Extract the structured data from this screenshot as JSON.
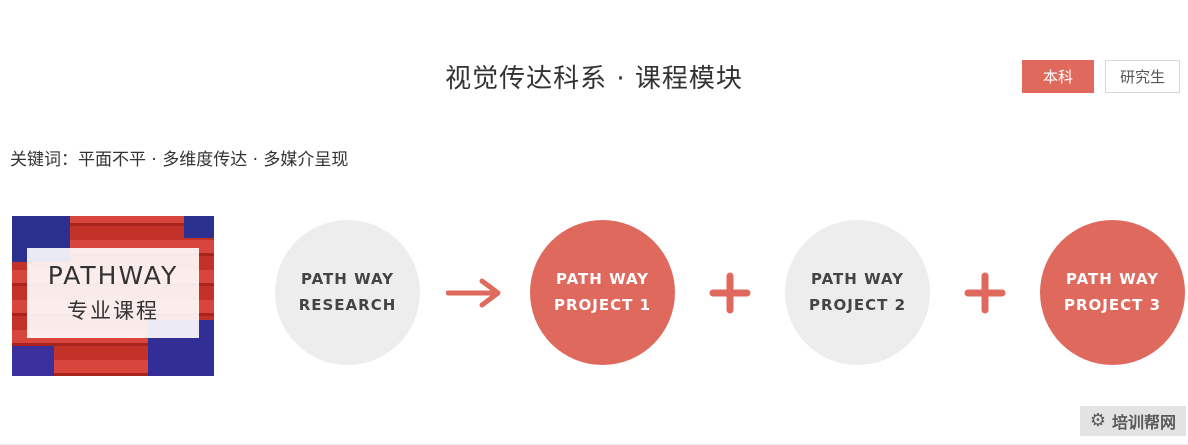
{
  "page": {
    "title": "视觉传达科系 · 课程模块",
    "tabs": [
      {
        "label": "本科",
        "active": true
      },
      {
        "label": "研究生",
        "active": false
      }
    ],
    "keywords": "关键词：平面不平 · 多维度传达 · 多媒介呈现"
  },
  "pathway_card": {
    "title": "PATHWAY",
    "subtitle": "专业课程"
  },
  "flow": {
    "nodes": [
      {
        "line1": "PATH WAY",
        "line2": "RESEARCH",
        "variant": "gray"
      },
      {
        "line1": "PATH WAY",
        "line2": "PROJECT 1",
        "variant": "red"
      },
      {
        "line1": "PATH WAY",
        "line2": "PROJECT 2",
        "variant": "gray"
      },
      {
        "line1": "PATH WAY",
        "line2": "PROJECT 3",
        "variant": "red"
      }
    ],
    "connectors": [
      "arrow",
      "plus",
      "plus"
    ]
  },
  "watermark": {
    "label": "培训帮网",
    "icon": "gear-icon",
    "icon_glyph": "⚙"
  },
  "colors": {
    "accent": "#e0695e",
    "circle_gray": "#ededed",
    "text_dark": "#333333"
  }
}
